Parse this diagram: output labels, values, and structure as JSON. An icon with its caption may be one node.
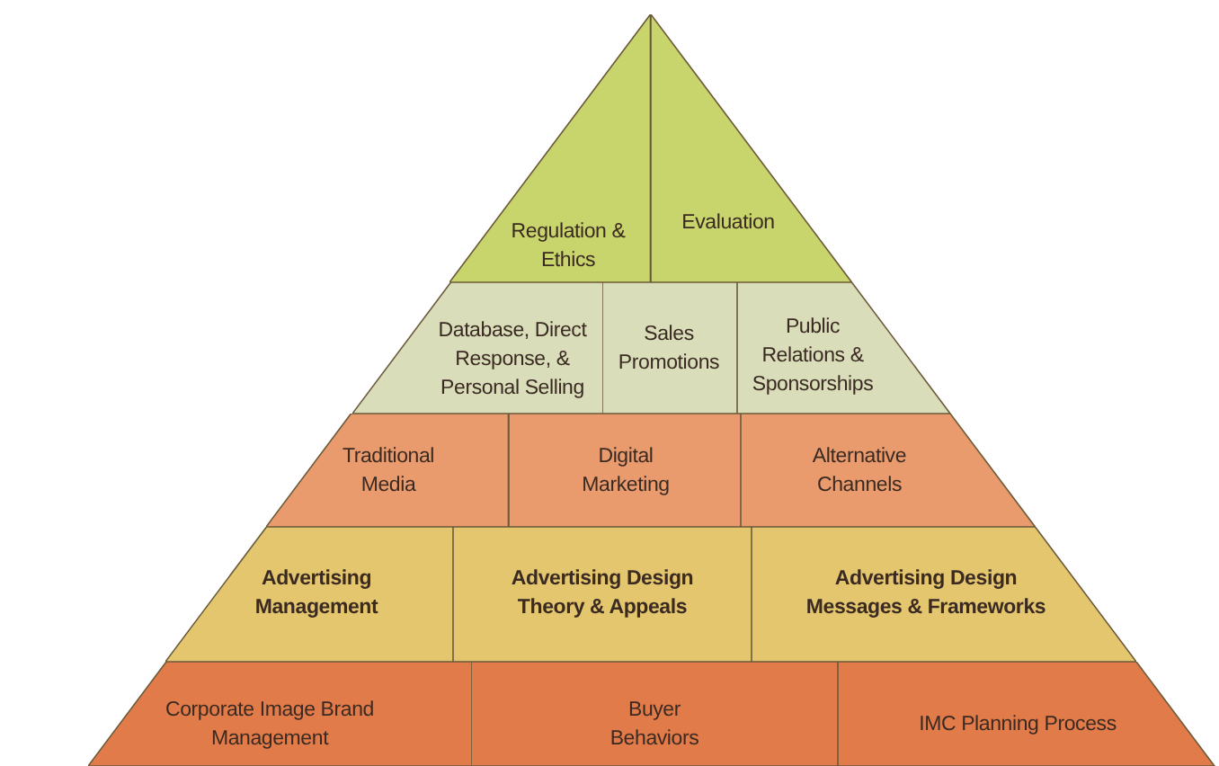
{
  "diagram": {
    "nodes": [
      {
        "text": [
          "Regulation & Ethics"
        ]
      },
      {
        "text": [
          "Evaluation"
        ]
      },
      {
        "text": [
          "Database, Direct Response, & Personal Selling"
        ]
      },
      {
        "text": [
          "Sales Promotions"
        ]
      },
      {
        "text": [
          "Public Relations & Sponsorships"
        ]
      },
      {
        "text": [
          "Traditional Media"
        ]
      },
      {
        "text": [
          "Digital Marketing"
        ]
      },
      {
        "text": [
          "Alternative Channels"
        ]
      },
      {
        "text": [
          "Advertising Management"
        ]
      },
      {
        "text": [
          "Advertising Design Theory & Appeals"
        ]
      },
      {
        "text": [
          "Advertising Design Messages & Frameworks"
        ]
      },
      {
        "text": [
          "Corporate Image Brand Management"
        ]
      },
      {
        "text": [
          "Buyer Behaviors"
        ]
      },
      {
        "text": [
          "IMC Planning Process"
        ]
      }
    ]
  }
}
